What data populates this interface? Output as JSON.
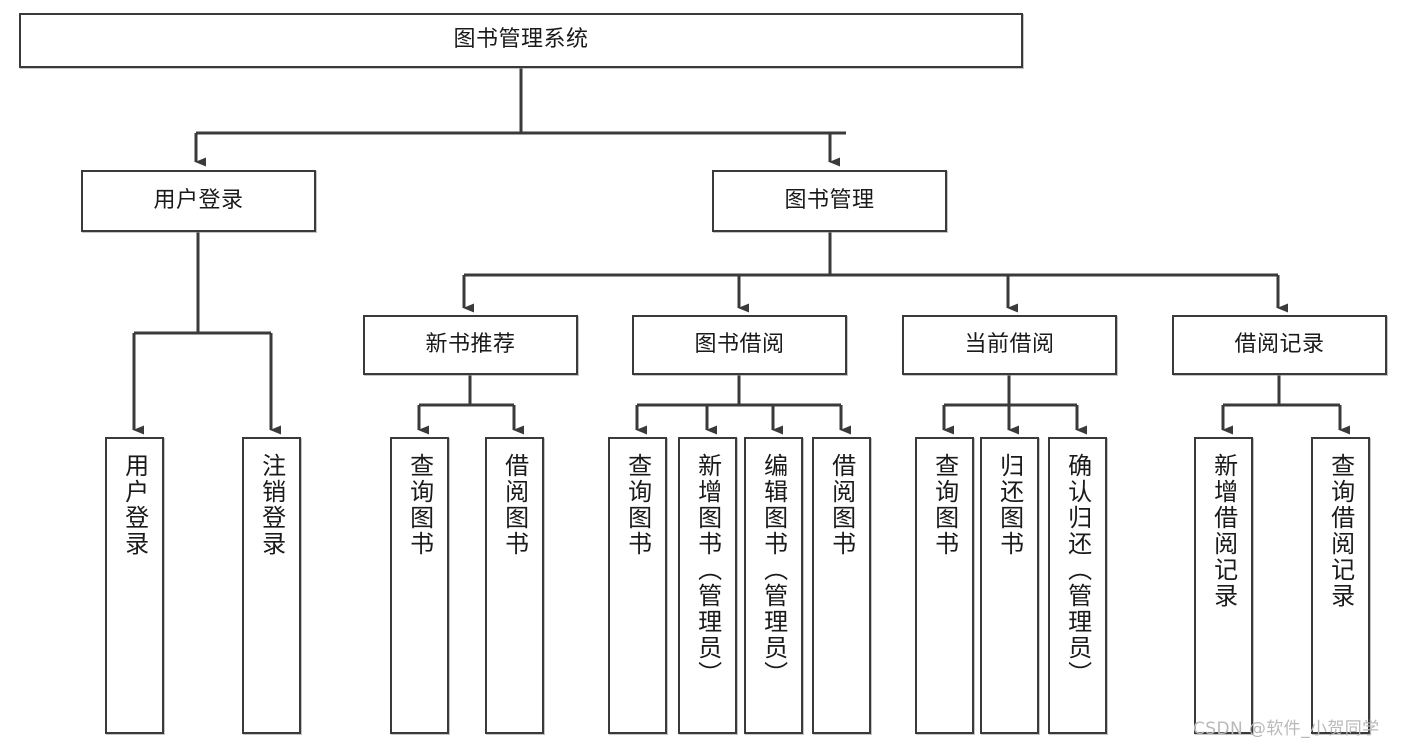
{
  "diagram": {
    "title": "图书管理系统",
    "type": "tree-hierarchy",
    "watermark": "CSDN @软件_小贺同学",
    "colors": {
      "border": "#3a3a3a",
      "text": "#1a1a1a",
      "background": "#ffffff",
      "watermark": "#b9b9b9"
    },
    "nodes": {
      "root": {
        "label": "图书管理系统"
      },
      "level2": [
        {
          "id": "user-login",
          "label": "用户登录"
        },
        {
          "id": "book-manage",
          "label": "图书管理"
        }
      ],
      "level3": [
        {
          "id": "new-book-recommend",
          "label": "新书推荐"
        },
        {
          "id": "book-borrow",
          "label": "图书借阅"
        },
        {
          "id": "current-borrow",
          "label": "当前借阅"
        },
        {
          "id": "borrow-record",
          "label": "借阅记录"
        }
      ],
      "leaves": {
        "user-login": [
          {
            "id": "leaf-user-login",
            "label": "用户登录"
          },
          {
            "id": "leaf-logout-login",
            "label": "注销登录"
          }
        ],
        "new-book-recommend": [
          {
            "id": "leaf-query-book-1",
            "label": "查询图书"
          },
          {
            "id": "leaf-borrow-book-1",
            "label": "借阅图书"
          }
        ],
        "book-borrow": [
          {
            "id": "leaf-query-book-2",
            "label": "查询图书"
          },
          {
            "id": "leaf-add-book",
            "label": "新增图书（管理员）"
          },
          {
            "id": "leaf-edit-book",
            "label": "编辑图书（管理员）"
          },
          {
            "id": "leaf-borrow-book-2",
            "label": "借阅图书"
          }
        ],
        "current-borrow": [
          {
            "id": "leaf-query-book-3",
            "label": "查询图书"
          },
          {
            "id": "leaf-return-book",
            "label": "归还图书"
          },
          {
            "id": "leaf-confirm-return",
            "label": "确认归还（管理员）"
          }
        ],
        "borrow-record": [
          {
            "id": "leaf-add-record",
            "label": "新增借阅记录"
          },
          {
            "id": "leaf-query-record",
            "label": "查询借阅记录"
          }
        ]
      }
    }
  }
}
